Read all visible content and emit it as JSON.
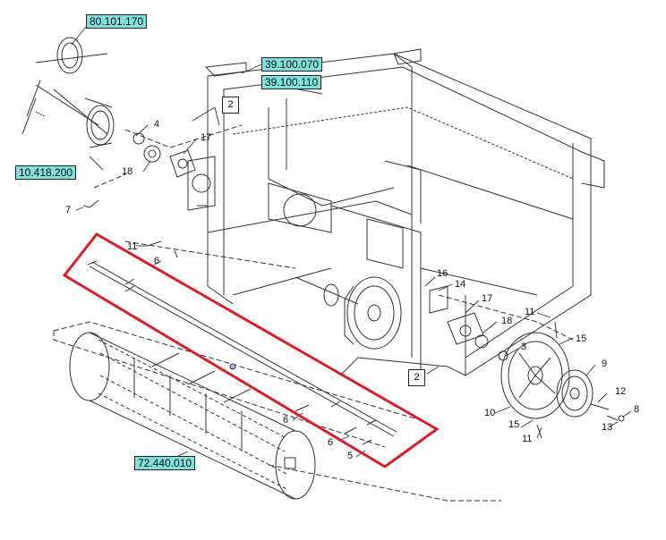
{
  "ref_boxes": {
    "pulley_drive": "80.101.170",
    "frame_top": "39.100.070",
    "frame_bottom": "39.100.110",
    "belt_drive": "10.418.200",
    "drum": "72.440.010"
  },
  "callouts": {
    "c4": "4",
    "c17a": "17",
    "c18a": "18",
    "c7": "7",
    "c2a": "2",
    "c11a": "11",
    "c6a": "6",
    "c16": "16",
    "c14": "14",
    "c17b": "17",
    "c18b": "18",
    "c11b": "11",
    "c15a": "15",
    "c3": "3",
    "c9": "9",
    "c2b": "2",
    "c10": "10",
    "c12": "12",
    "c15b": "15",
    "c13": "13",
    "c8": "8",
    "c11c": "11",
    "c6b": "6",
    "c6c": "6",
    "c5": "5"
  },
  "highlight": {
    "color": "#d8202a"
  },
  "colors": {
    "ref_fill": "#7fe0dc",
    "line": "#333333"
  }
}
